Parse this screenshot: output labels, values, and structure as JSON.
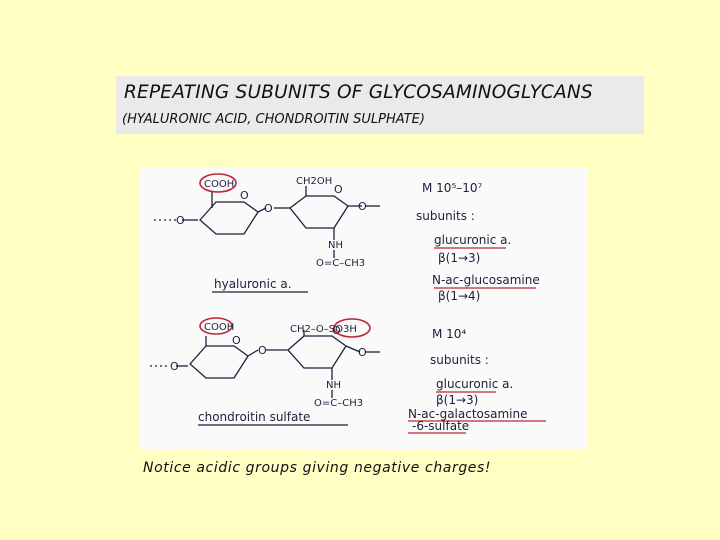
{
  "slide": {
    "title": "REPEATING SUBUNITS OF GLYCOSAMINOGLYCANS",
    "subtitle": "(HYALURONIC ACID, CHONDROITIN SULPHATE)",
    "notice": "Notice acidic groups giving negative charges!"
  },
  "sheet": {
    "hyaluronic": {
      "cooh": "COOH",
      "ch2oh": "CH2OH",
      "nh": "NH",
      "acetyl": "O=C–CH3",
      "name": "hyaluronic a.",
      "mw": "M 10⁵–10⁷",
      "subunits": "subunits :",
      "unit1": "glucuronic a.",
      "link1": "β(1→3)",
      "unit2": "N-ac-glucosamine",
      "link2": "β(1→4)"
    },
    "chondroitin": {
      "cooh": "COOH",
      "ch2": "CH2–O–SO3H",
      "nh": "NH",
      "acetyl": "O=C–CH3",
      "name": "chondroitin sulfate",
      "mw": "M 10⁴",
      "subunits": "subunits :",
      "unit1": "glucuronic a.",
      "link1": "β(1→3)",
      "unit2": "N-ac-galactosamine",
      "unit2b": "-6-sulfate"
    }
  }
}
